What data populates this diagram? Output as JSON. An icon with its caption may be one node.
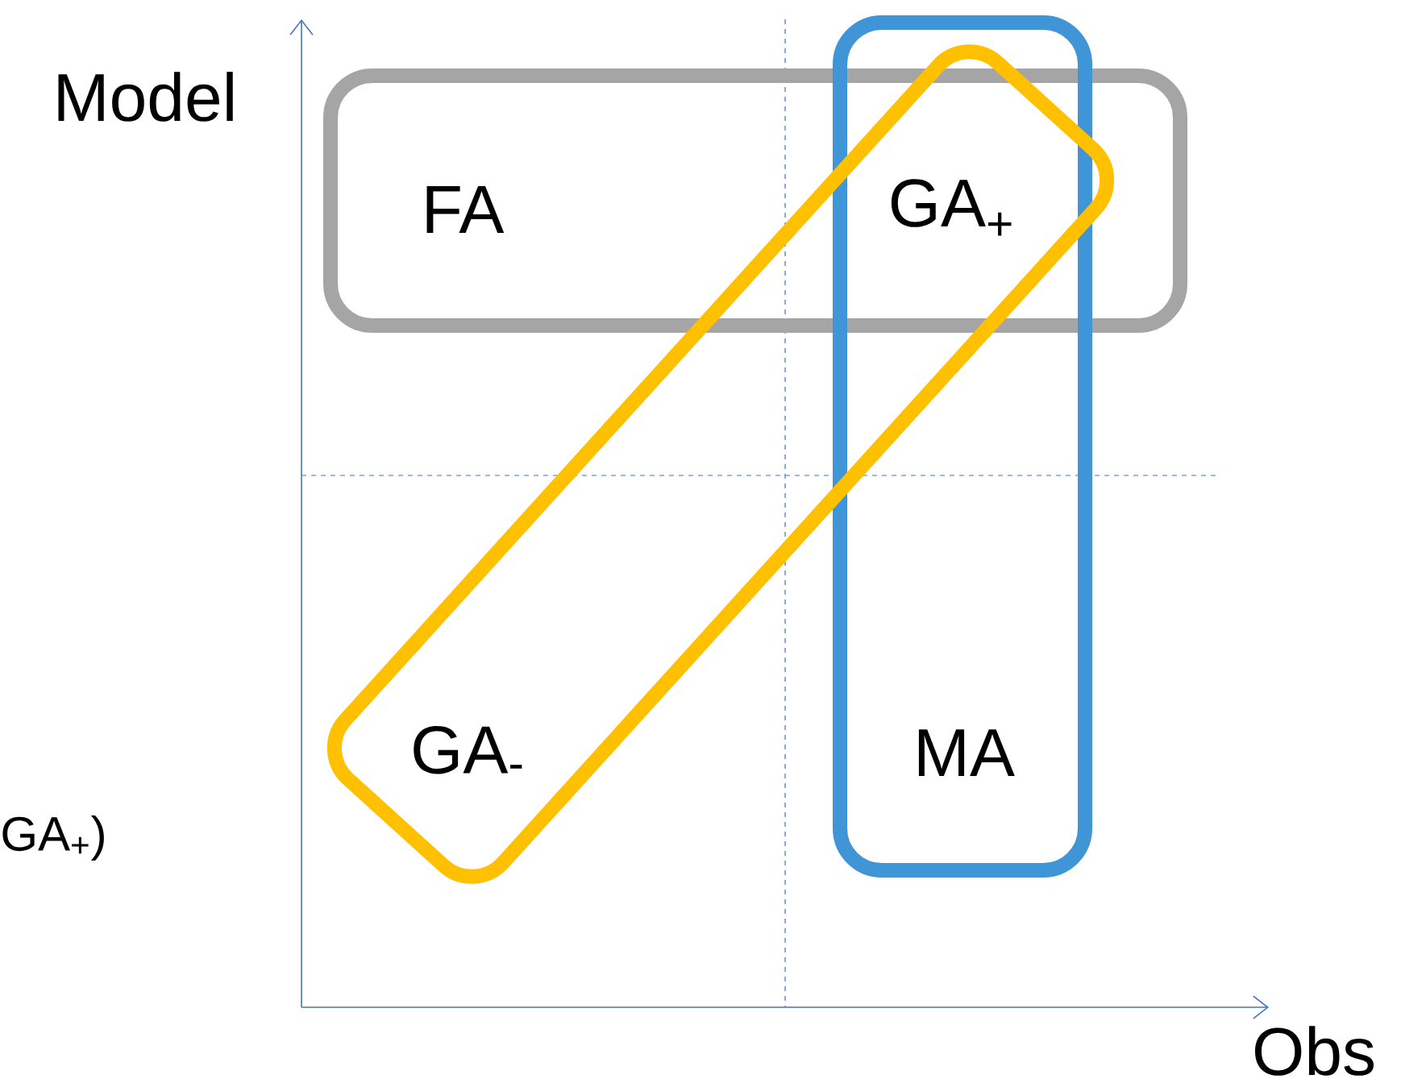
{
  "diagram": {
    "nodes": [
      {
        "text": [
          "FA"
        ]
      },
      {
        "text": [
          "MA"
        ]
      },
      {
        "text": [
          "GA$_{-}$"
        ]
      }
    ],
    "labels": [
      "Model",
      "GA$_{+}$",
      "Obs",
      "GA$_{+}$)"
    ]
  }
}
